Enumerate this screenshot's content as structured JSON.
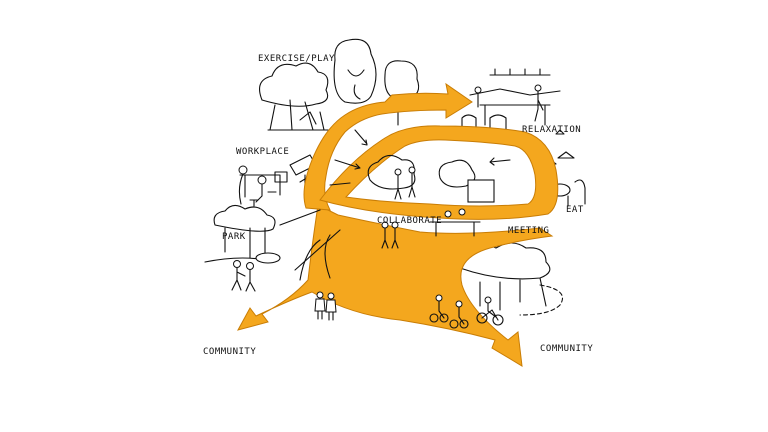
{
  "title": "Community campus circulation sketch",
  "colors": {
    "path_fill": "#F4A71E",
    "path_edge": "#C97D05",
    "ink": "#111111"
  },
  "labels": {
    "exercise_play": "EXERCISE/PLAY",
    "relaxation": "RELAXATION",
    "workplace": "WORKPLACE",
    "eat": "EAT",
    "park": "PARK",
    "collaborate": "COLLABORATE",
    "meeting": "MEETING",
    "community_left": "COMMUNITY",
    "community_right": "COMMUNITY"
  }
}
